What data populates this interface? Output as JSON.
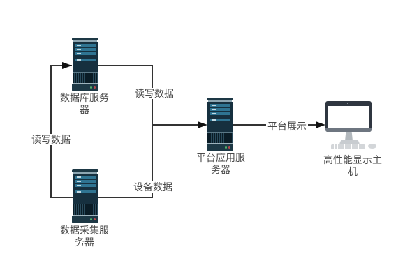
{
  "nodes": {
    "db": {
      "label": "数据库服务\n器"
    },
    "collector": {
      "label": "数据采集服\n务器"
    },
    "app": {
      "label": "平台应用服\n务器"
    },
    "display": {
      "label": "高性能显示主机"
    }
  },
  "edges": {
    "collector_to_db": {
      "label": "读写数据"
    },
    "db_to_app": {
      "label": "读写数据"
    },
    "collector_to_app": {
      "label": "设备数据"
    },
    "app_to_display": {
      "label": "平台展示"
    }
  },
  "colors": {
    "canvas_bg": "#ffffff",
    "server_body": "#16303f",
    "server_cap": "#1d3845",
    "server_bar": "#2f7492",
    "server_bar_highlight": "#c2dae4",
    "server_trim": "#8da6b2",
    "server_vent_dark": "#0a1c26",
    "server_vent_light": "#2a4b5c",
    "server_foot": "#9fb3bc",
    "led_green": "#55b46a",
    "led_red": "#b7494e",
    "monitor_frame": "#2f3640",
    "monitor_chin": "#6e7680",
    "monitor_stand": "#b2b8bd",
    "peripheral": "#d3d6d9",
    "line": "#333333",
    "arrow": "#111111",
    "label_text": "#4a4a4a"
  }
}
